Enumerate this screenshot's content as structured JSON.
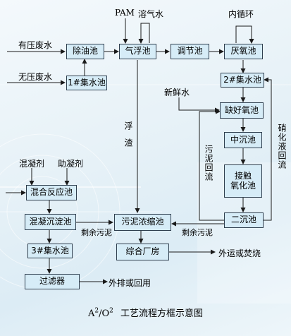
{
  "nodes": {
    "oil_removal": "除油池",
    "air_float": "气浮池",
    "regulating": "调节池",
    "anaerobic": "厌氧池",
    "collect1": "1#集水池",
    "collect2": "2#集水池",
    "anoxic": "缺好氧池",
    "mid_settle": "中沉池",
    "contact_ox": [
      "接触",
      "氧化池"
    ],
    "mixing": "混合反应池",
    "coag_settle": "混凝沉淀池",
    "sludge_thicken": "污泥浓缩池",
    "secondary_settle": "二沉池",
    "collect3": "3#集水池",
    "filter": "过滤器",
    "integrated_plant": "综合厂房"
  },
  "labels": {
    "pressure_ww": "有压废水",
    "no_pressure_ww": "无压废水",
    "pam": "PAM",
    "dissolved_air": "溶气水",
    "internal_recycle": "内循环",
    "fresh_water": "新鲜水",
    "coagulant": "混凝剂",
    "coag_aid": "助凝剂",
    "scum": "浮渣",
    "sludge_return": "污泥回流",
    "nitrate_return": "硝化液回流",
    "excess_sludge_left": "剩余污泥",
    "excess_sludge_right": "剩余污泥",
    "export_burn": "外运或焚烧",
    "discharge_reuse": "外排或回用"
  },
  "caption": {
    "a": "A",
    "sup1": "2",
    "o": "/O",
    "sup2": "2",
    "rest": "工艺流程方框示意图"
  },
  "colors": {
    "box_fill": "#d6ecf7",
    "box_border": "#2f3f4f",
    "line": "#1a1a1a"
  }
}
